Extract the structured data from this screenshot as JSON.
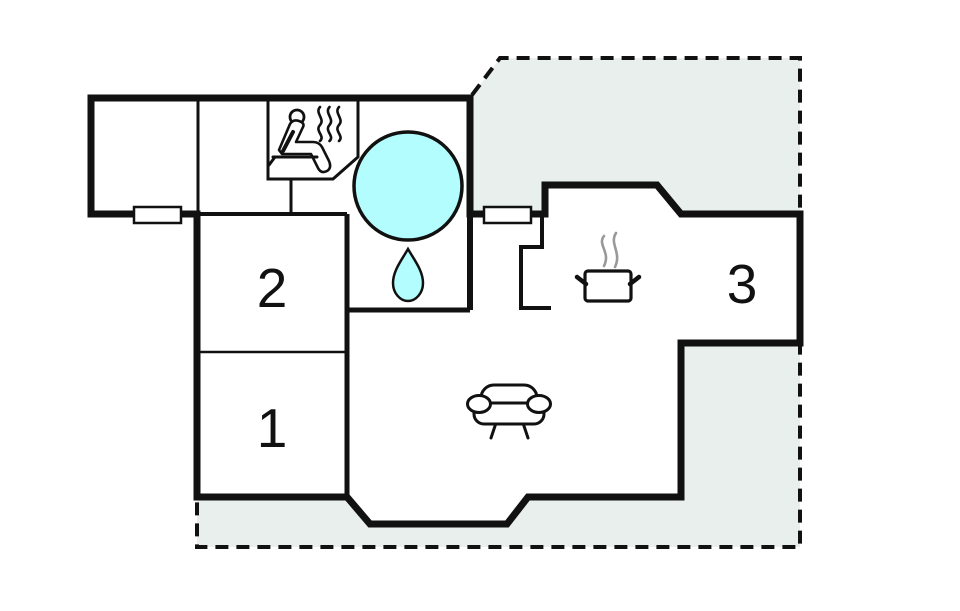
{
  "plan": {
    "type": "holiday-home-floor-plan",
    "rooms": [
      {
        "id": "room-1",
        "label": "1"
      },
      {
        "id": "room-2",
        "label": "2"
      },
      {
        "id": "room-3",
        "label": "3"
      }
    ],
    "icons": {
      "sauna": "sauna-icon",
      "hot_tub": "hot-tub-icon",
      "water_drop": "water-drop-icon",
      "cooking_pot": "cooking-pot-icon",
      "steam": "steam-icon",
      "sofa": "sofa-icon",
      "window": "window-icon"
    },
    "colors": {
      "terrace": "#e8efec",
      "water": "#b3fdff",
      "wall": "#111111",
      "steam": "#999999",
      "background": "#ffffff"
    }
  }
}
